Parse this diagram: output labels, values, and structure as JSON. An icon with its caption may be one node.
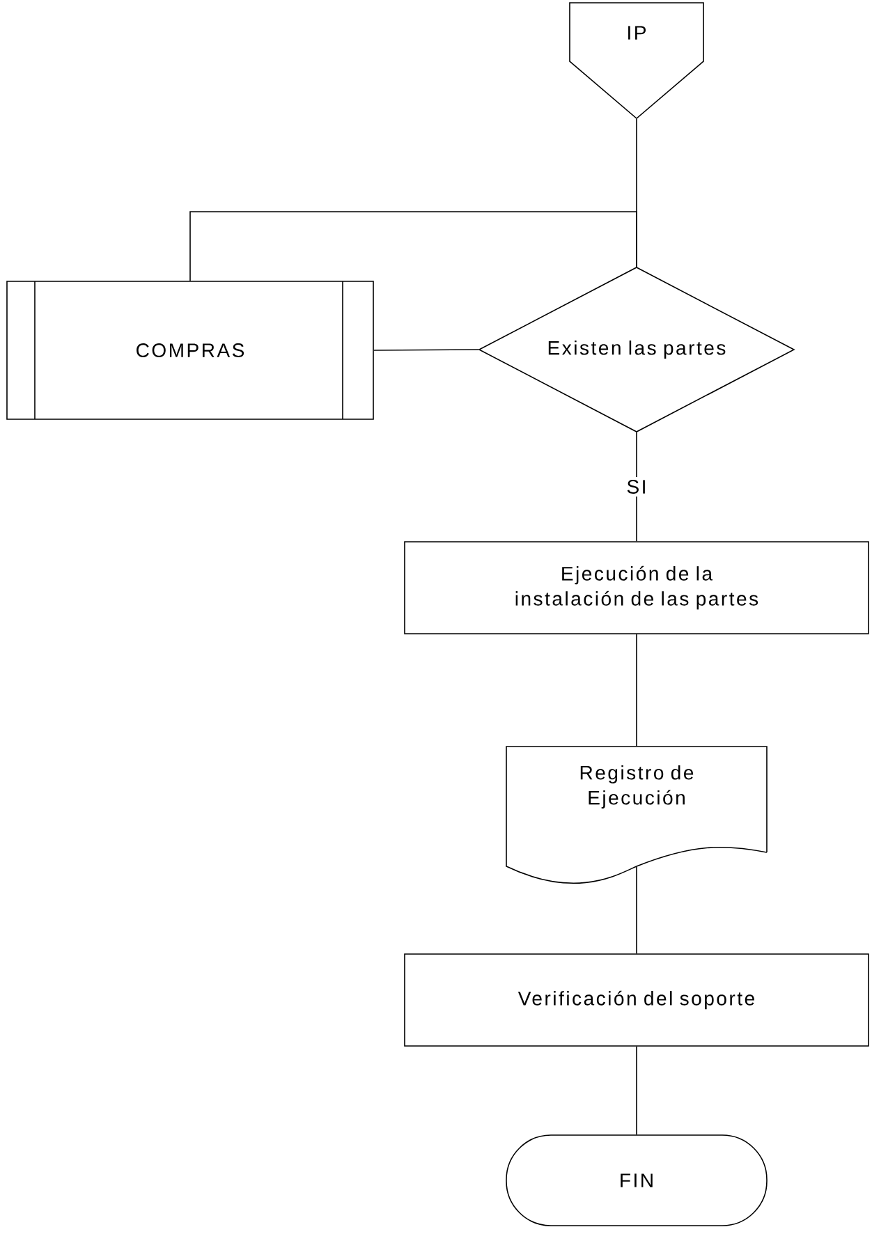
{
  "diagram": {
    "nodes": [
      {
        "text": [
          "IP"
        ]
      },
      {
        "text": [
          "COMPRAS"
        ]
      },
      {
        "text": [
          "Existen las partes"
        ]
      },
      {
        "text": [
          "Ejecución de la instalación de las partes"
        ]
      },
      {
        "text": [
          "Registro de Ejecución"
        ]
      },
      {
        "text": [
          "Verificación del soporte"
        ]
      },
      {
        "text": [
          "FIN"
        ]
      }
    ],
    "edges": [
      {
        "from": 0,
        "to": 2,
        "arrow": "none"
      },
      {
        "from": 1,
        "to": 2,
        "arrow": "none"
      },
      {
        "from": 2,
        "to": 1,
        "arrow": "none"
      },
      {
        "from": 2,
        "to": 3,
        "arrow": "none",
        "label": "SI"
      },
      {
        "from": 3,
        "to": 4,
        "arrow": "none"
      },
      {
        "from": 4,
        "to": 5,
        "arrow": "none"
      },
      {
        "from": 5,
        "to": 6,
        "arrow": "none"
      }
    ]
  }
}
